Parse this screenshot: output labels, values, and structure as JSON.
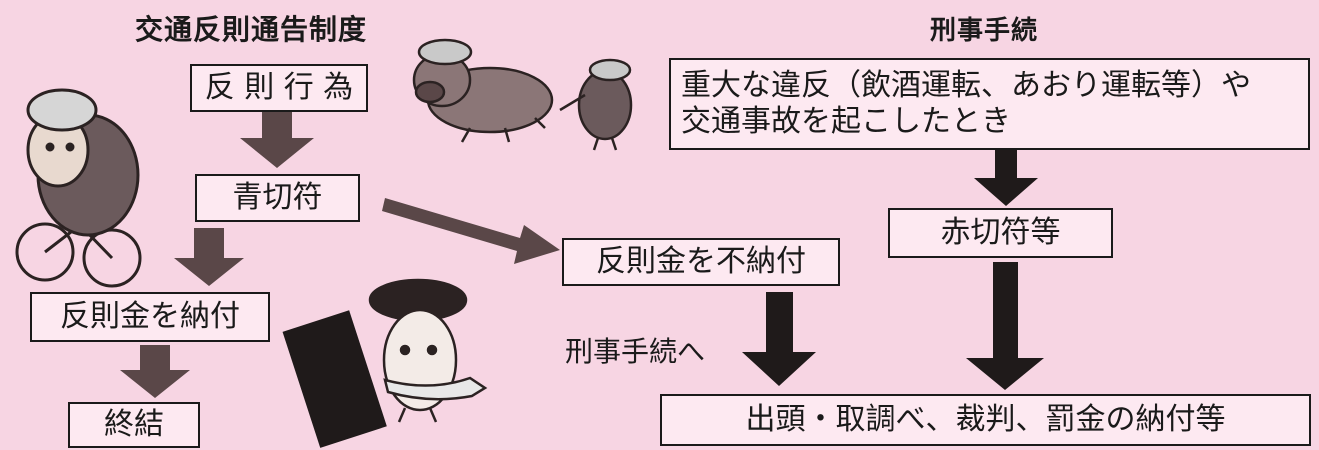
{
  "left_flow": {
    "title": "交通反則通告制度",
    "step1": "反 則 行 為",
    "step2": "青切符",
    "step3": "反則金を納付",
    "step4": "終結"
  },
  "right_flow": {
    "title": "刑事手続",
    "step1_line1": "重大な違反（飲酒運転、あおり運転等）や",
    "step1_line2": "交通事故を起こしたとき",
    "step2": "赤切符等",
    "final": "出頭・取調べ、裁判、罰金の納付等"
  },
  "middle": {
    "nonpayment": "反則金を不納付",
    "to_criminal": "刑事手続へ"
  },
  "colors": {
    "background": "#f7d5e3",
    "box_fill": "#fde9f1",
    "arrow": "#5a4748",
    "arrow_dark": "#1f1a1a"
  }
}
